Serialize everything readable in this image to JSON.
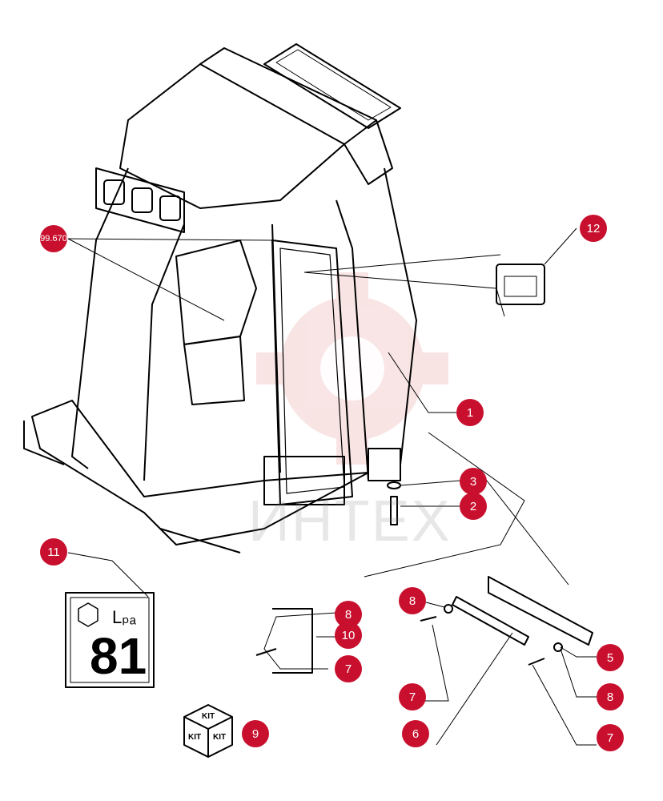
{
  "ref": "99.670",
  "watermark": "ИНТЕХ",
  "callouts": [
    {
      "label": "1"
    },
    {
      "label": "2"
    },
    {
      "label": "3"
    },
    {
      "label": "5"
    },
    {
      "label": "6"
    },
    {
      "label": "7"
    },
    {
      "label": "7"
    },
    {
      "label": "7"
    },
    {
      "label": "8"
    },
    {
      "label": "8"
    },
    {
      "label": "8"
    },
    {
      "label": "9"
    },
    {
      "label": "10"
    },
    {
      "label": "11"
    },
    {
      "label": "12"
    }
  ],
  "decal": {
    "symbol": "Lₚₐ",
    "value": "81"
  },
  "kit": {
    "top": "KIT",
    "left": "KIT",
    "right": "KIT"
  },
  "colors": {
    "callout": "#c8102e",
    "line": "#000000"
  }
}
